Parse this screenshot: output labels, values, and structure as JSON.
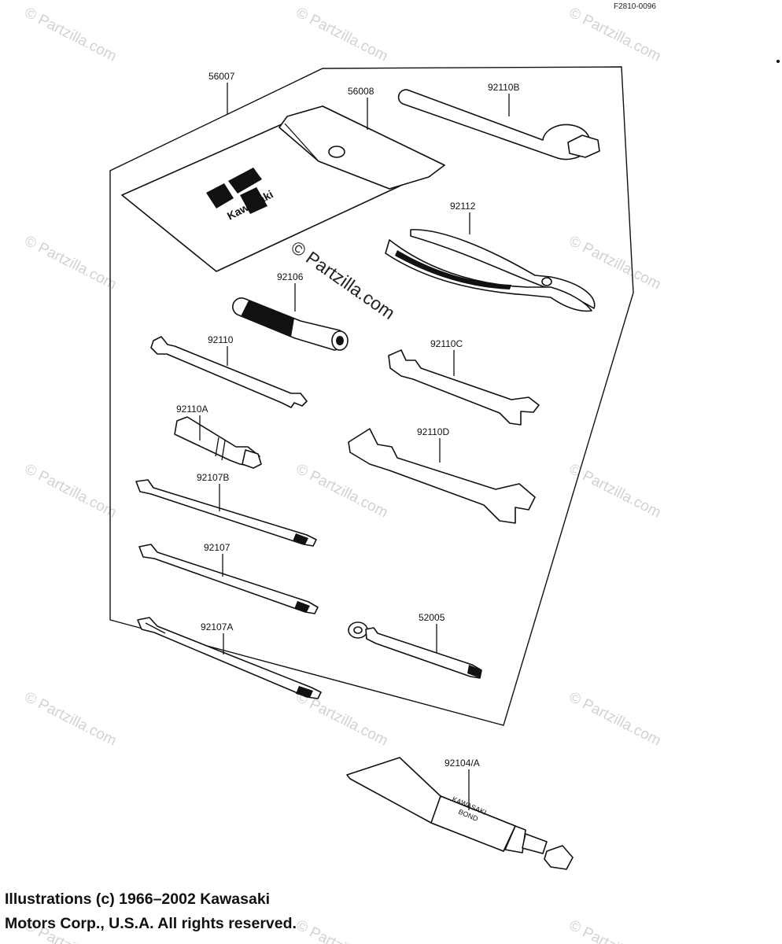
{
  "figure_code": "F2810-0096",
  "watermark": "© Partzilla.com",
  "kawasaki_logo_text": "Kawasaki",
  "tube_label_line1": "KAWASAKI",
  "tube_label_line2": "BOND",
  "copyright_line1": "Illustrations (c) 1966–2002 Kawasaki",
  "copyright_line2": "Motors Corp., U.S.A.  All rights reserved.",
  "parts": [
    {
      "id": "56007"
    },
    {
      "id": "56008"
    },
    {
      "id": "92110B"
    },
    {
      "id": "92112"
    },
    {
      "id": "92106"
    },
    {
      "id": "92110"
    },
    {
      "id": "92110C"
    },
    {
      "id": "92110A"
    },
    {
      "id": "92110D"
    },
    {
      "id": "92107B"
    },
    {
      "id": "92107"
    },
    {
      "id": "92107A"
    },
    {
      "id": "52005"
    },
    {
      "id": "92104/A"
    }
  ]
}
